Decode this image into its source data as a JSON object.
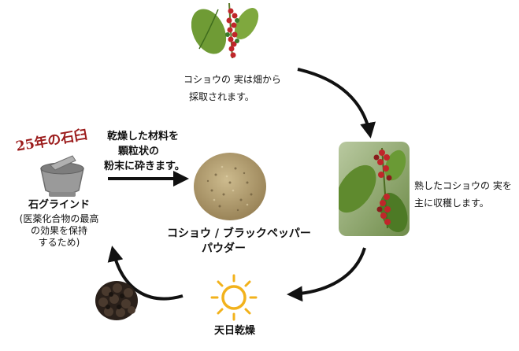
{
  "steps": {
    "harvest_text_1": "コショウの 実は畑から",
    "harvest_text_2": "採取されます。",
    "ripe_text_1": "熟したコショウの 実を",
    "ripe_text_2": "主に収穫します。",
    "sun_dry": "天日乾燥",
    "mortar_badge": "25年の石臼",
    "grind_title": "石グラインド",
    "grind_note_1": "(医薬化合物の最高",
    "grind_note_2": "の効果を保持",
    "grind_note_3": "するため)",
    "crush_1": "乾燥した材料を",
    "crush_2": "顆粒状の",
    "crush_3": "粉末に砕きます。",
    "product_1": "コショウ  /  ブラックペッパー",
    "product_2": "パウダー"
  },
  "colors": {
    "arrow": "#111111",
    "badge": "#9b1b1b",
    "sun": "#f2b21c",
    "leaf": "#5f8a2e",
    "berry_red": "#c0262a",
    "powder": "#b5a074"
  },
  "icons": {
    "harvest": "pepper-plant-icon",
    "ripe": "ripe-pepper-photo",
    "sun": "sun-icon",
    "dried": "black-peppercorns-icon",
    "mortar": "stone-mortar-icon",
    "powder": "pepper-powder-icon"
  }
}
